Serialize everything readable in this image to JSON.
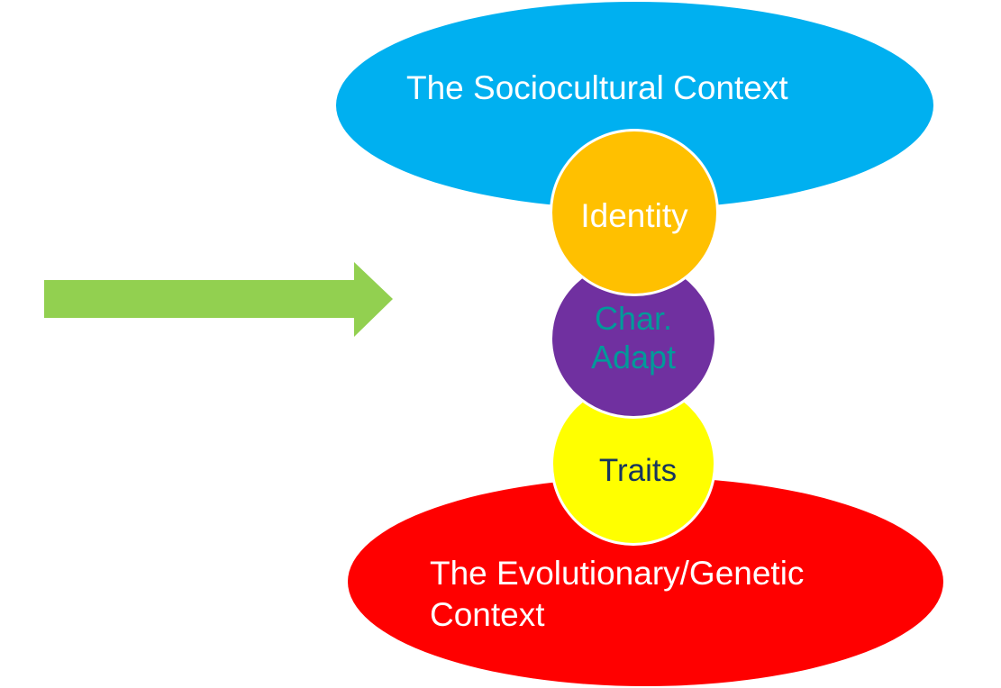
{
  "diagram": {
    "type": "layered-model",
    "arrow": {
      "direction": "right",
      "color": "#92D050"
    },
    "contexts": {
      "top": {
        "label": "The Sociocultural Context",
        "fill": "#00B0F0",
        "text_color": "#FFFFFF"
      },
      "bottom": {
        "label": "The Evolutionary/Genetic Context",
        "line1": "The Evolutionary/Genetic",
        "line2": "Context",
        "fill": "#FF0000",
        "text_color": "#FFFFFF"
      }
    },
    "layers": [
      {
        "id": "identity",
        "label": "Identity",
        "fill": "#FFC000",
        "text_color": "#FFFFFF"
      },
      {
        "id": "characteristic-adaptations",
        "label": "Char. Adapt",
        "line1": "Char.",
        "line2": "Adapt",
        "fill": "#7030A0",
        "text_color": "#009A9A"
      },
      {
        "id": "traits",
        "label": "Traits",
        "fill": "#FFFF00",
        "text_color": "#17365D"
      }
    ]
  }
}
